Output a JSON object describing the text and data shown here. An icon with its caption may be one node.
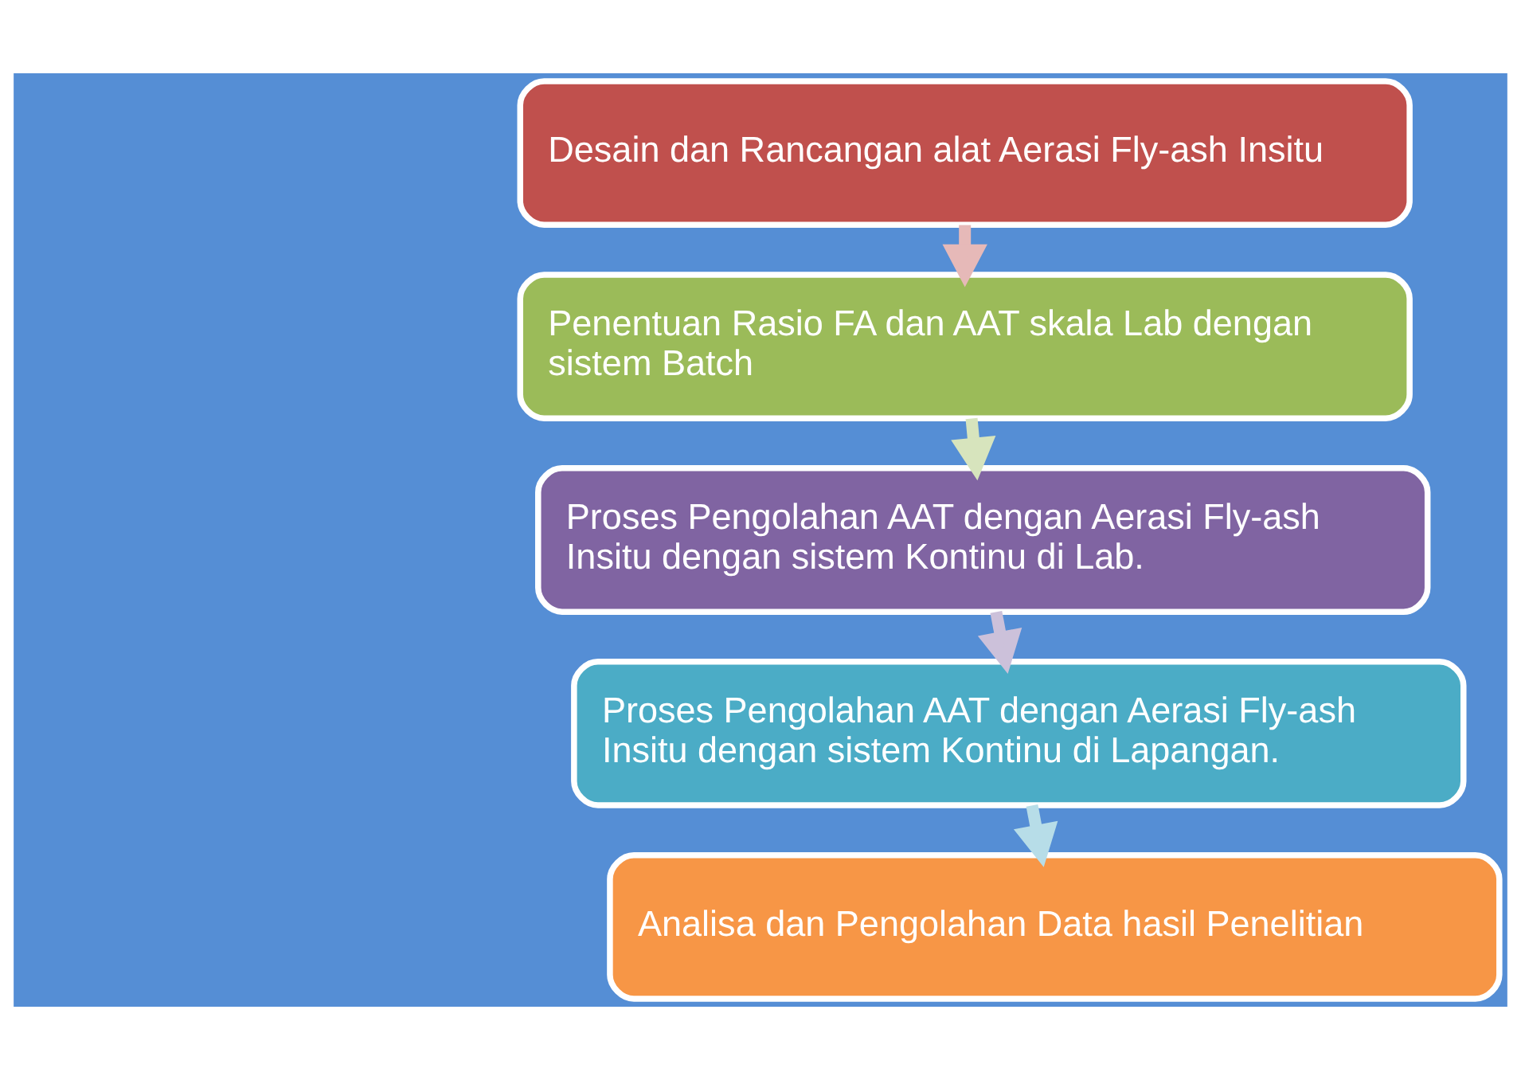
{
  "diagram": {
    "nodes": [
      {
        "text": [
          "Desain dan Rancangan alat Aerasi Fly-ash Insitu"
        ]
      },
      {
        "text": [
          "Penentuan Rasio FA dan AAT skala Lab dengan sistem Batch"
        ]
      },
      {
        "text": [
          "Proses Pengolahan AAT dengan Aerasi Fly-ash Insitu dengan sistem Kontinu di Lab."
        ]
      },
      {
        "text": [
          "Proses Pengolahan AAT dengan Aerasi Fly-ash Insitu dengan sistem Kontinu di Lapangan."
        ]
      },
      {
        "text": [
          "Analisa dan Pengolahan Data hasil Penelitian"
        ]
      }
    ],
    "edges": [
      {
        "from": 0,
        "to": 1,
        "arrow": "to"
      },
      {
        "from": 1,
        "to": 2,
        "arrow": "to"
      },
      {
        "from": 2,
        "to": 3,
        "arrow": "to"
      },
      {
        "from": 3,
        "to": 4,
        "arrow": "to"
      }
    ]
  }
}
